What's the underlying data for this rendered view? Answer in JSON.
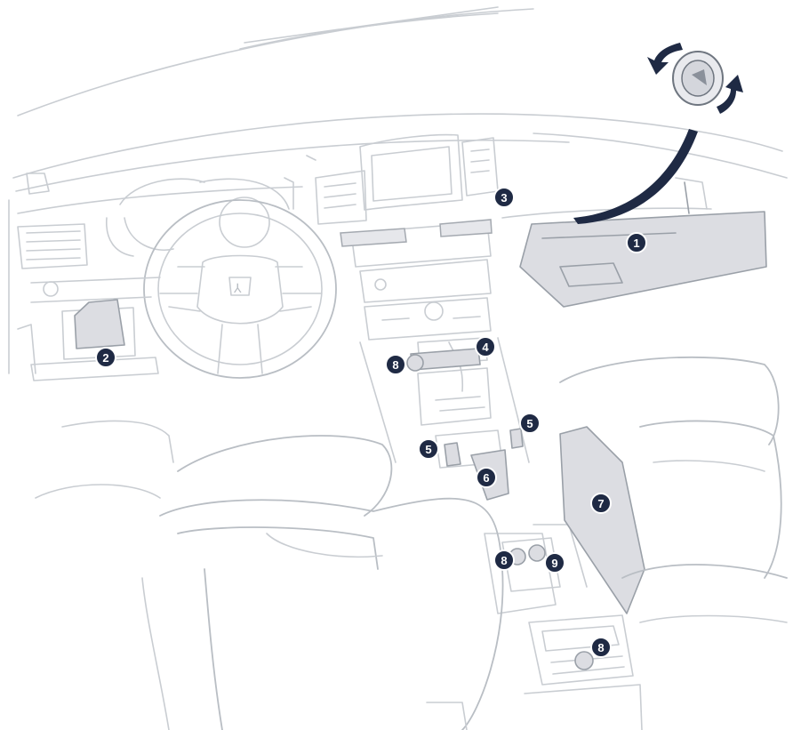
{
  "colors": {
    "badge": "#1f2a44",
    "zone_fill": "#dcdde2",
    "line": "#c9cdd2"
  },
  "callouts": [
    {
      "label": "1"
    },
    {
      "label": "2"
    },
    {
      "label": "3"
    },
    {
      "label": "4"
    },
    {
      "label": "8"
    },
    {
      "label": "5"
    },
    {
      "label": "5"
    },
    {
      "label": "6"
    },
    {
      "label": "7"
    },
    {
      "label": "8"
    },
    {
      "label": "9"
    },
    {
      "label": "8"
    }
  ],
  "icons": {
    "rotate": "rotary-knob-icon"
  }
}
